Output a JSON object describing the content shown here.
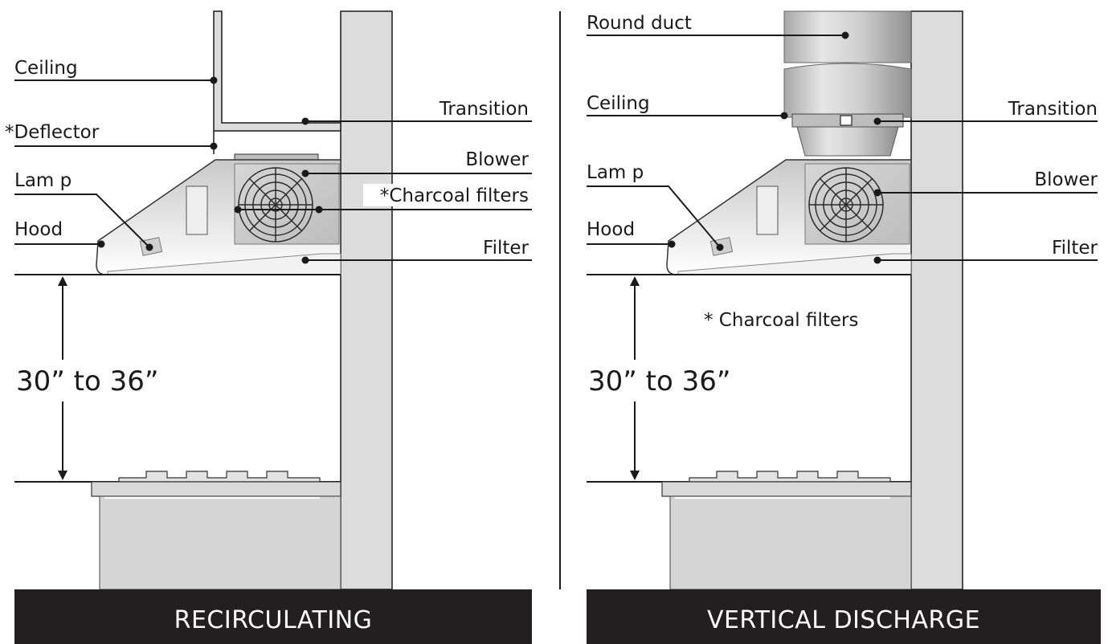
{
  "left_panel": {
    "banner": "RECIRCULATING",
    "labels": {
      "ceiling": "Ceiling",
      "deflector": "*Deflector",
      "lamp": "Lam p",
      "hood": "Hood",
      "transition": "Transition",
      "blower": "Blower",
      "charcoal_filters": "*Charcoal filters",
      "filter": "Filter",
      "height": "30” to 36”"
    }
  },
  "right_panel": {
    "banner": "VERTICAL DISCHARGE",
    "labels": {
      "round_duct": "Round duct",
      "ceiling": "Ceiling",
      "lamp": "Lam p",
      "hood": "Hood",
      "transition": "Transition",
      "blower": "Blower",
      "filter": "Filter",
      "charcoal_note": "* Charcoal filters",
      "height": "30” to 36”"
    }
  },
  "colors": {
    "banner": "#231f20",
    "wall": "#dcdcdc",
    "cabinet": "#d5d5d5",
    "line": "#1a1a1a"
  }
}
